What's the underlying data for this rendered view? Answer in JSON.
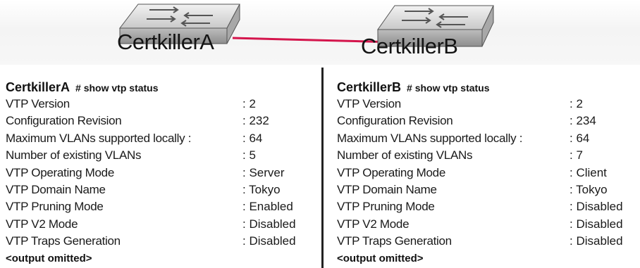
{
  "switches": {
    "a": {
      "label": "CertkillerA"
    },
    "b": {
      "label": "CertkillerB"
    },
    "link_color": "#d4154c"
  },
  "panels": {
    "a": {
      "hostname": "CertkillerA",
      "command": "# show vtp status",
      "rows": [
        {
          "label": "VTP Version",
          "value": ": 2"
        },
        {
          "label": "Configuration Revision",
          "value": ": 232"
        },
        {
          "label": "Maximum VLANs supported locally :",
          "value": ": 64"
        },
        {
          "label": "Number of existing VLANs",
          "value": ": 5"
        },
        {
          "label": "VTP Operating Mode",
          "value": ": Server"
        },
        {
          "label": "VTP Domain Name",
          "value": ": Tokyo"
        },
        {
          "label": "VTP Pruning Mode",
          "value": ": Enabled"
        },
        {
          "label": "VTP V2 Mode",
          "value": ": Disabled"
        },
        {
          "label": "VTP Traps Generation",
          "value": ": Disabled"
        }
      ],
      "footer": "<output omitted>"
    },
    "b": {
      "hostname": "CertkillerB",
      "command": "# show vtp status",
      "rows": [
        {
          "label": "VTP Version",
          "value": ": 2"
        },
        {
          "label": "Configuration Revision",
          "value": ": 234"
        },
        {
          "label": "Maximum VLANs supported locally :",
          "value": ": 64"
        },
        {
          "label": "Number of existing VLANs",
          "value": ": 7"
        },
        {
          "label": "VTP Operating Mode",
          "value": ": Client"
        },
        {
          "label": "VTP Domain Name",
          "value": ": Tokyo"
        },
        {
          "label": "VTP Pruning Mode",
          "value": ": Disabled"
        },
        {
          "label": "VTP V2 Mode",
          "value": ": Disabled"
        },
        {
          "label": "VTP Traps Generation",
          "value": ": Disabled"
        }
      ],
      "footer": "<output omitted>"
    }
  }
}
